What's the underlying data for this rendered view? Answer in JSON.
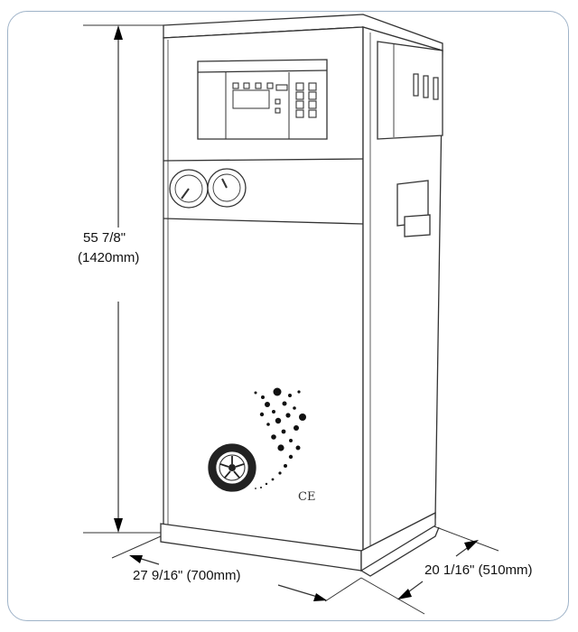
{
  "dimensions": {
    "height_inches": "55 7/8\"",
    "height_mm": "(1420mm)",
    "width_label": "27 9/16\" (700mm)",
    "depth_label": "20 1/16\" (510mm)"
  },
  "marks": {
    "ce_mark": "CE"
  }
}
